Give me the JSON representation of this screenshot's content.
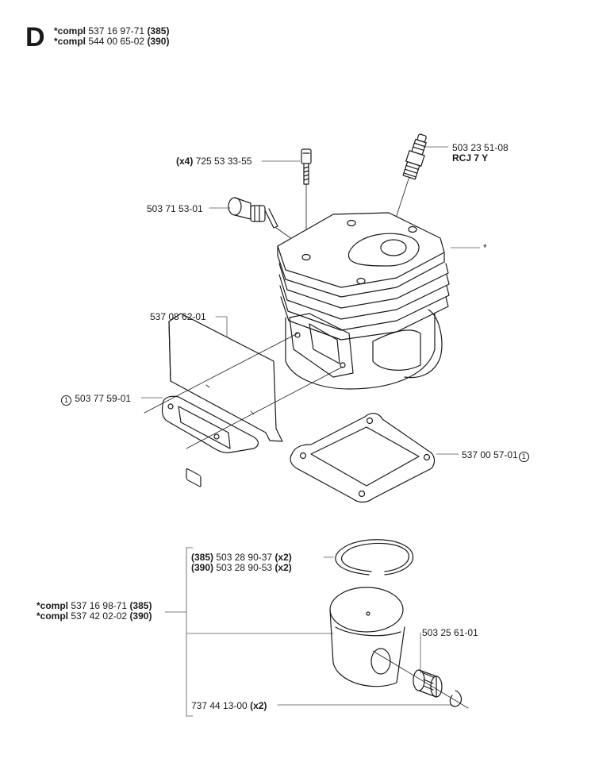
{
  "header": {
    "section_letter": "D",
    "lines": [
      {
        "prefix": "*compl",
        "number": "537 16 97-71",
        "model": "(385)"
      },
      {
        "prefix": "*compl",
        "number": "544 00 65-02",
        "model": "(390)"
      }
    ]
  },
  "callouts": {
    "bolt": {
      "qty": "(x4)",
      "number": "725 53 33-55"
    },
    "spark_plug": {
      "number": "503 23 51-08",
      "type": "RCJ 7 Y"
    },
    "decomp_valve": {
      "number": "503 71 53-01"
    },
    "cylinder": {
      "mark": "*"
    },
    "plate": {
      "number": "537 08 62-01"
    },
    "exhaust_gasket": {
      "circle_mark": "1",
      "number": "503 77 59-01"
    },
    "base_gasket": {
      "number": "537 00 57-01",
      "circle_mark": "1"
    },
    "rings": [
      {
        "model": "(385)",
        "number": "503 28 90-37",
        "qty": "(x2)"
      },
      {
        "model": "(390)",
        "number": "503 28 90-53",
        "qty": "(x2)"
      }
    ],
    "piston": [
      {
        "prefix": "*compl",
        "number": "537 16 98-71",
        "model": "(385)"
      },
      {
        "prefix": "*compl",
        "number": "537 42 02-02",
        "model": "(390)"
      }
    ],
    "needle_bearing": {
      "number": "503 25 61-01"
    },
    "circlip": {
      "number": "737 44 13-00",
      "qty": "(x2)"
    }
  }
}
